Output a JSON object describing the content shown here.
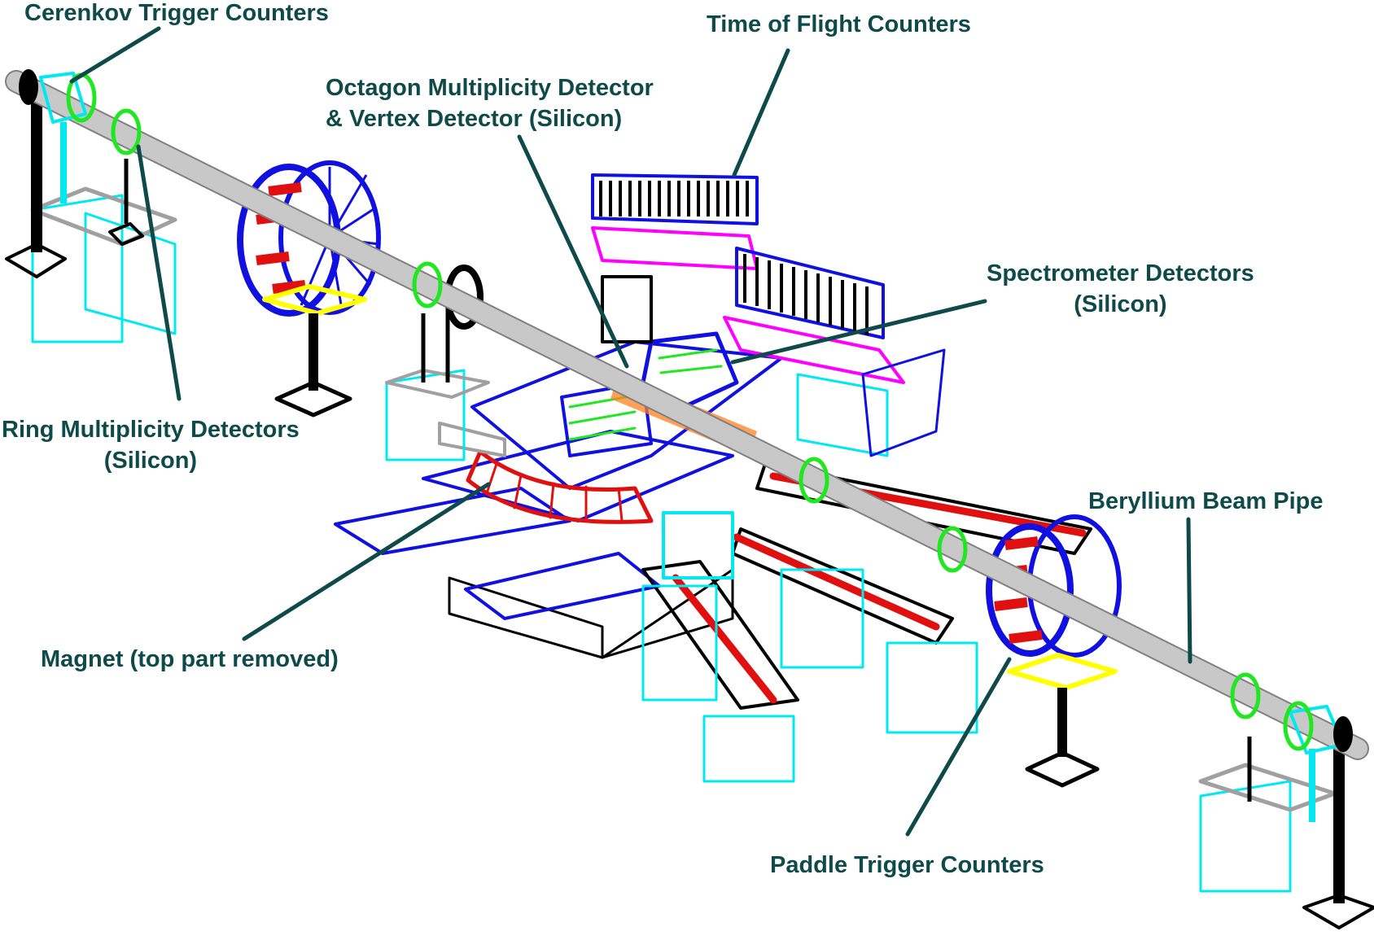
{
  "labels": {
    "cerenkov": "Cerenkov Trigger Counters",
    "tof": "Time of Flight Counters",
    "octagon_line1": "Octagon Multiplicity Detector",
    "octagon_line2": "& Vertex Detector (Silicon)",
    "spectrometer_line1": "Spectrometer Detectors",
    "spectrometer_line2": "(Silicon)",
    "ring_line1": "Ring Multiplicity Detectors",
    "ring_line2": "(Silicon)",
    "beampipe": "Beryllium Beam Pipe",
    "magnet": "Magnet (top part removed)",
    "paddle": "Paddle Trigger Counters"
  },
  "colors": {
    "label_text": "#0f4a4a",
    "leader_line": "#0f4a4a",
    "beam_pipe": "#c0c0c0",
    "structure_blue": "#1010e0",
    "structure_red": "#e01010",
    "stand_cyan": "#00e8f0",
    "magenta": "#ff00ff",
    "detector_green": "#20e820",
    "silicon_orange": "#ff8020",
    "support_yellow": "#ffff00",
    "frame_black": "#000000"
  }
}
